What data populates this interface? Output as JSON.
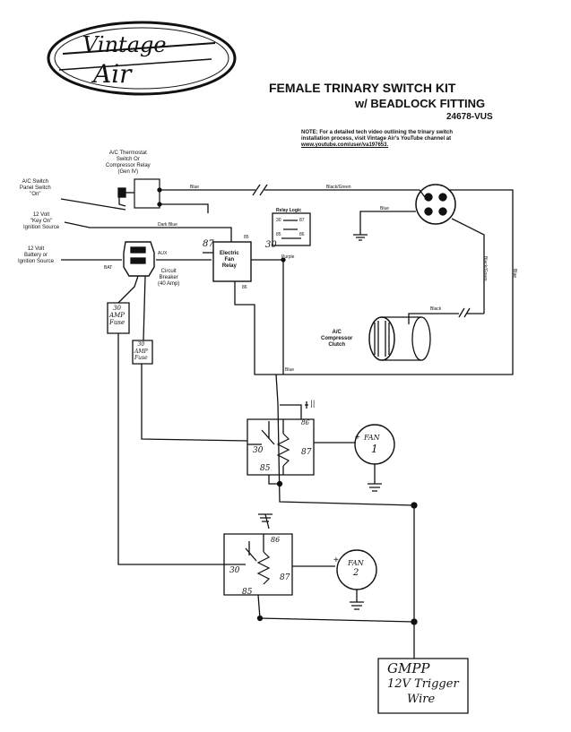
{
  "logo": {
    "text": "VINTAGE AIR"
  },
  "title": {
    "line1": "FEMALE TRINARY SWITCH KIT",
    "line2": "w/ BEADLOCK FITTING",
    "part_number": "24678-VUS"
  },
  "note": {
    "line1": "NOTE: For a detailed tech video outlining the trinary switch",
    "line2": "installation process, visit Vintage Air's YouTube channel at",
    "line3": "www.youtube.com/user/va197653."
  },
  "labels": {
    "thermostat": [
      "A/C Thermostat",
      "Switch Or",
      "Compressor Relay",
      "(Gen IV)"
    ],
    "panel_switch": [
      "A/C Switch",
      "Panel Switch",
      "\"On\""
    ],
    "key_on": [
      "12 Volt",
      "\"Key On\"",
      "Ignition Source"
    ],
    "battery": [
      "12 Volt",
      "Battery or",
      "Ignition Source"
    ],
    "bat": "BAT",
    "aux": "AUX",
    "breaker": [
      "Circuit",
      "Breaker",
      "(40 Amp)"
    ],
    "fan_relay": [
      "Electric",
      "Fan",
      "Relay"
    ],
    "relay_logic": "Relay Logic",
    "relay_logic_rows": [
      "30",
      "87",
      "85",
      "86"
    ],
    "compressor": [
      "A/C",
      "Compressor",
      "Clutch"
    ],
    "pin_85": "85",
    "pin_86": "86",
    "pin_87_hand": "87",
    "pin_30_hand": "30"
  },
  "wires": {
    "blue": "Blue",
    "black_green": "Black/Green",
    "dark_blue": "Dark Blue",
    "purple": "Purple",
    "blue_left": "Blue",
    "black": "Black",
    "black_green_vert": "Black/Green",
    "blue_vert": "Blue",
    "blue_bottom": "Blue"
  },
  "handwritten": {
    "fuse1": [
      "30",
      "AMP",
      "Fuse"
    ],
    "fuse2": [
      "30",
      "AMP",
      "Fuse"
    ],
    "relay1": {
      "p86": "86",
      "p30": "30",
      "p87": "87",
      "p85": "85",
      "ground_mark": "||"
    },
    "relay2": {
      "p86": "86",
      "p30": "30",
      "p87": "87",
      "p85": "85"
    },
    "fan1": {
      "label": "FAN",
      "num": "1"
    },
    "fan2": {
      "label": "FAN",
      "num": "2"
    },
    "gmpp": [
      "GMPP",
      "12V Trigger",
      "Wire"
    ]
  }
}
